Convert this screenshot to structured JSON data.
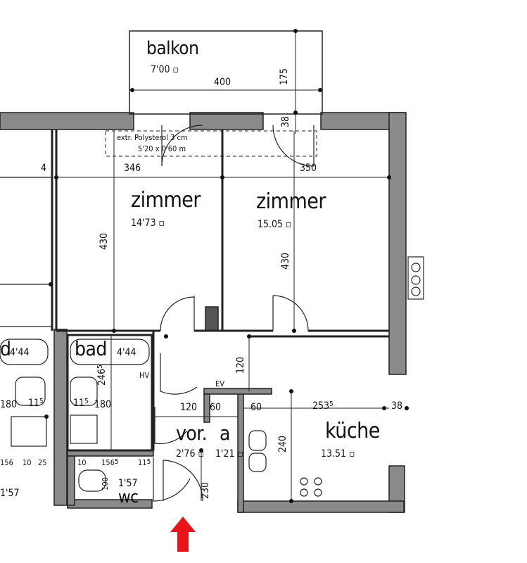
{
  "rooms": {
    "balkon": {
      "name": "balkon",
      "area": "7'00"
    },
    "zimmer_left": {
      "name": "zimmer",
      "area": "14'73"
    },
    "zimmer_right": {
      "name": "zimmer",
      "area": "15.05"
    },
    "bad_main": {
      "name": "bad",
      "area": "4'44"
    },
    "bad_left": {
      "name": "d",
      "area": "4'44"
    },
    "vor": {
      "name": "vor.",
      "area": "2'76"
    },
    "a": {
      "name": "a",
      "area": "1'21"
    },
    "kueche": {
      "name": "küche",
      "area": "13.51"
    },
    "wc": {
      "name": "wc",
      "area": "1'57"
    },
    "wc_left": {
      "area": "1'57"
    }
  },
  "dimensions": {
    "balkon_width": "400",
    "balkon_depth": "175",
    "window_38_top": "38",
    "zimmer_left_width": "346",
    "zimmer_right_width": "350",
    "zimmer_left_depth": "430",
    "zimmer_right_depth": "430",
    "left_top_fragment": "4",
    "bad_depth": "246",
    "bad_depth_sup": "5",
    "bad_width": "180",
    "bad_width_left": "180",
    "bad_sub": "11",
    "bad_sub_sup": "5",
    "bad_sub_left": "11",
    "bad_sub_left_sup": "5",
    "vor_width": "120",
    "a_width": "60",
    "kueche_60": "60",
    "kueche_width": "253",
    "kueche_width_sup": "5",
    "kueche_window": "38",
    "corridor_depth": "120",
    "kueche_depth": "240",
    "wc_depth": "230",
    "wc_width": "156",
    "wc_width_sup": "5",
    "wc_10": "10",
    "wc_11": "11",
    "wc_11_sup": "5",
    "wc_100": "100",
    "left_156": "156",
    "left_10": "10",
    "left_25": "25"
  },
  "notes": {
    "insulation_line1": "extr. Polysterol 3 cm",
    "insulation_line2": "5'20 x 0'60 m",
    "hv": "HV",
    "ev": "EV"
  },
  "entrance_arrow_color": "#e8141b",
  "wall_color": "#8a8a8a"
}
